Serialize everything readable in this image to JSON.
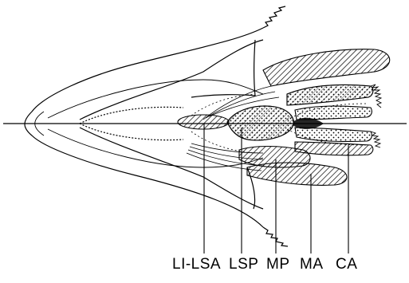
{
  "diagram": {
    "labels": {
      "li_lsa": "LI-LSA",
      "lsp": "LSP",
      "mp": "MP",
      "ma": "MA",
      "ca": "CA"
    },
    "stroke_color": "#000000",
    "background_color": "#ffffff"
  }
}
